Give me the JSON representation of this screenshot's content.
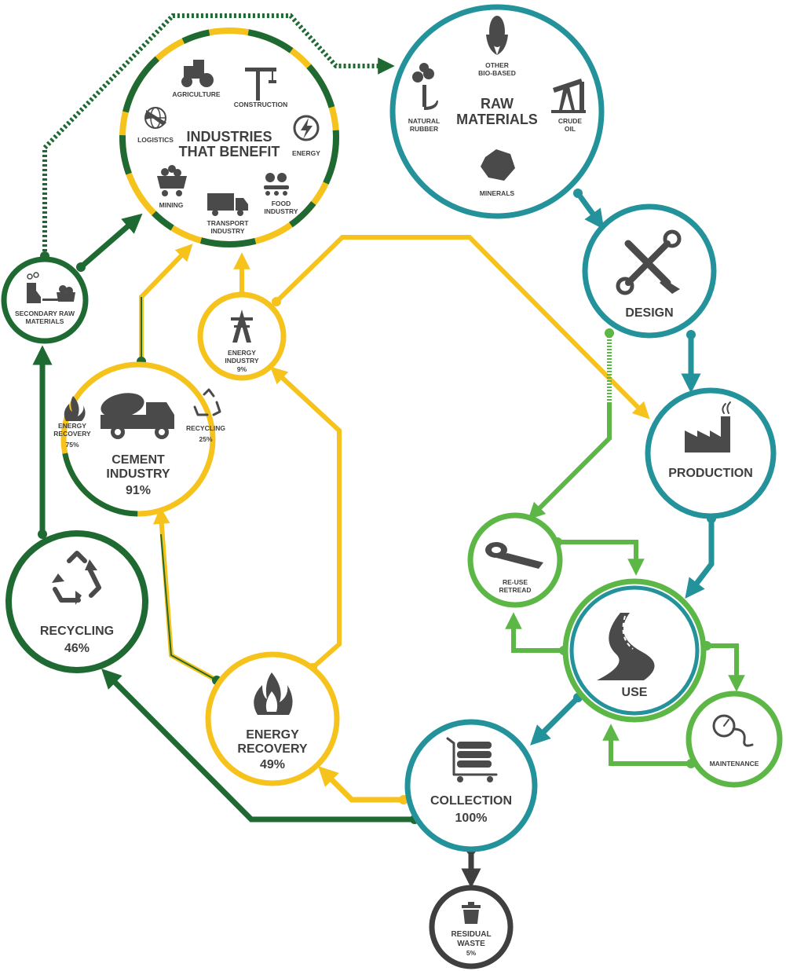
{
  "colors": {
    "dark_green": "#1e6a32",
    "light_green": "#5cb747",
    "teal": "#24929a",
    "yellow": "#f6c21c",
    "dark_gray": "#3f3f3f"
  },
  "nodes": {
    "industries": {
      "title_1": "INDUSTRIES",
      "title_2": "THAT BENEFIT",
      "agriculture": "AGRICULTURE",
      "construction": "CONSTRUCTION",
      "logistics": "LOGISTICS",
      "energy": "ENERGY",
      "mining": "MINING",
      "transport_1": "TRANSPORT",
      "transport_2": "INDUSTRY",
      "food_1": "FOOD",
      "food_2": "INDUSTRY"
    },
    "raw_materials": {
      "title_1": "RAW",
      "title_2": "MATERIALS",
      "other_1": "OTHER",
      "other_2": "BIO-BASED",
      "rubber_1": "NATURAL",
      "rubber_2": "RUBBER",
      "crude_1": "CRUDE",
      "crude_2": "OIL",
      "minerals": "MINERALS"
    },
    "design": {
      "label": "DESIGN"
    },
    "production": {
      "label": "PRODUCTION"
    },
    "use": {
      "label": "USE"
    },
    "reuse": {
      "label_1": "RE-USE",
      "label_2": "RETREAD"
    },
    "maintenance": {
      "label": "MAINTENANCE"
    },
    "collection": {
      "label": "COLLECTION",
      "value": "100%"
    },
    "residual": {
      "label_1": "RESIDUAL",
      "label_2": "WASTE",
      "value": "5%"
    },
    "recycling": {
      "label": "RECYCLING",
      "value": "46%"
    },
    "energy_recovery": {
      "label_1": "ENERGY",
      "label_2": "RECOVERY",
      "value": "49%"
    },
    "cement": {
      "label_1": "CEMENT",
      "label_2": "INDUSTRY",
      "value": "91%",
      "er_1": "ENERGY",
      "er_2": "RECOVERY",
      "er_value": "75%",
      "rec_label": "RECYCLING",
      "rec_value": "25%"
    },
    "energy_industry": {
      "label_1": "ENERGY",
      "label_2": "INDUSTRY",
      "value": "9%"
    },
    "secondary": {
      "label_1": "SECONDARY RAW",
      "label_2": "MATERIALS"
    }
  },
  "icons": {
    "agriculture": "tractor-icon",
    "construction": "crane-icon",
    "logistics": "globe-plane-icon",
    "energy": "lightning-icon",
    "mining": "mine-cart-icon",
    "transport": "truck-icon",
    "food": "conveyor-icon",
    "other_bio": "corn-icon",
    "rubber": "rubber-tree-icon",
    "crude": "oil-pump-icon",
    "minerals": "rock-icon",
    "design": "tools-icon",
    "production": "factory-icon",
    "use": "road-icon",
    "reuse": "tire-icon",
    "maintenance": "pressure-gauge-icon",
    "collection": "tire-cart-icon",
    "residual": "trash-icon",
    "recycling": "recycle-icon",
    "energy_recovery": "flame-icon",
    "cement_truck": "cement-mixer-icon",
    "cement_flame": "flame-icon",
    "cement_recycle": "recycle-icon",
    "energy_industry": "power-tower-icon",
    "secondary": "factory-cart-icon"
  }
}
